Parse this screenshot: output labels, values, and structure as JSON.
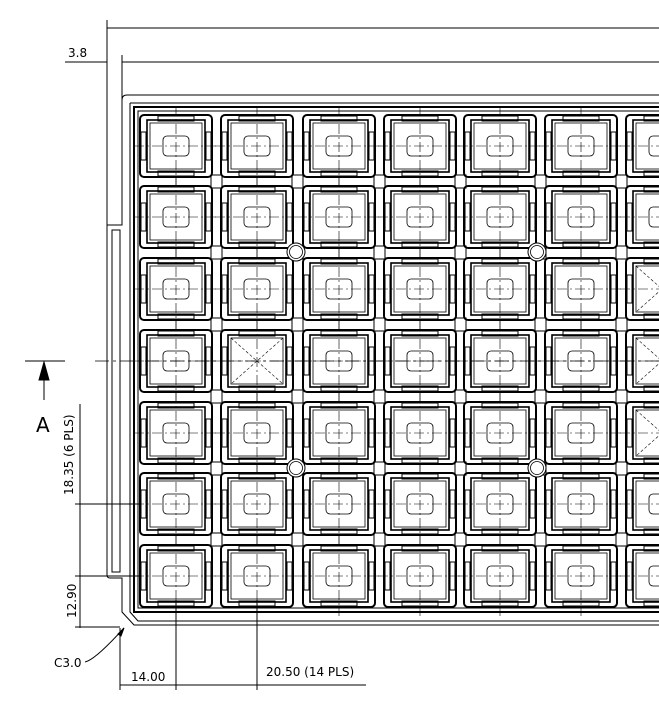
{
  "dimensions": {
    "edge_offset": "3.8",
    "row_pitch": "18.35 (6 PLS)",
    "bottom_row_offset": "12.90",
    "chamfer": "C3.0",
    "first_column_offset": "14.00",
    "column_pitch": "20.50 (14 PLS)"
  },
  "section_label": "A",
  "line_color": "#000000",
  "background_color": "#ffffff"
}
